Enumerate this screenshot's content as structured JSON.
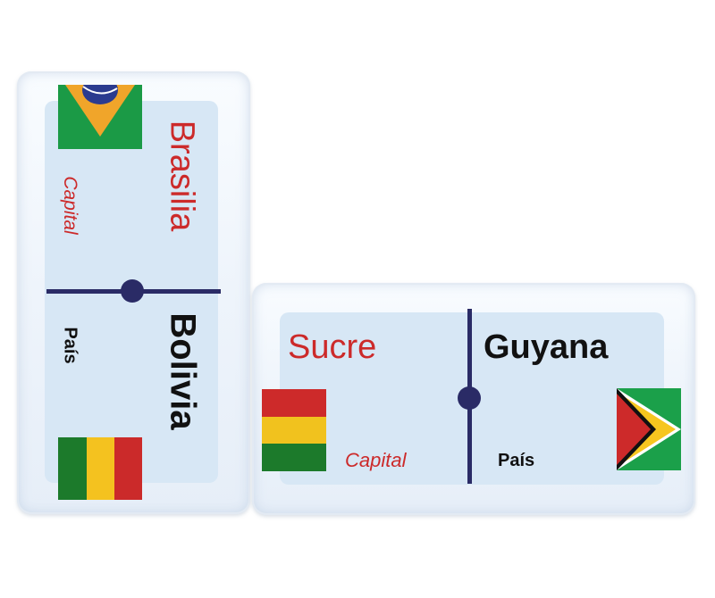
{
  "left_domino": {
    "top_half": {
      "city": "Brasilia",
      "label": "Capital",
      "flag": "brazil-flag"
    },
    "bottom_half": {
      "country": "Bolivia",
      "label": "País",
      "flag": "mali-flag"
    }
  },
  "right_domino": {
    "left_half": {
      "city": "Sucre",
      "label": "Capital",
      "flag": "bolivia-flag"
    },
    "right_half": {
      "country": "Guyana",
      "label": "País",
      "flag": "guyana-flag"
    }
  },
  "colors": {
    "capital_text": "#cc2a2a",
    "country_text": "#111111",
    "face": "#d7e7f5",
    "divider": "#2a2b66"
  }
}
